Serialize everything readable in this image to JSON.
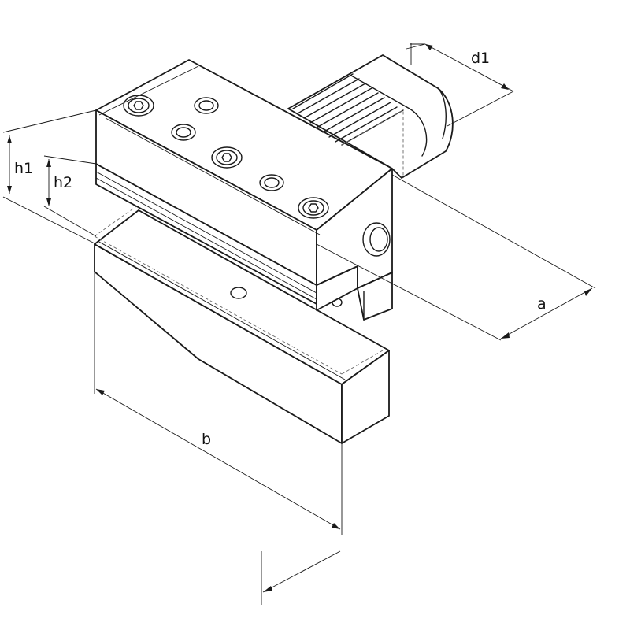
{
  "diagram": {
    "dimension_labels": {
      "d1": "d1",
      "h1": "h1",
      "h2": "h2",
      "a": "a",
      "b": "b"
    }
  }
}
